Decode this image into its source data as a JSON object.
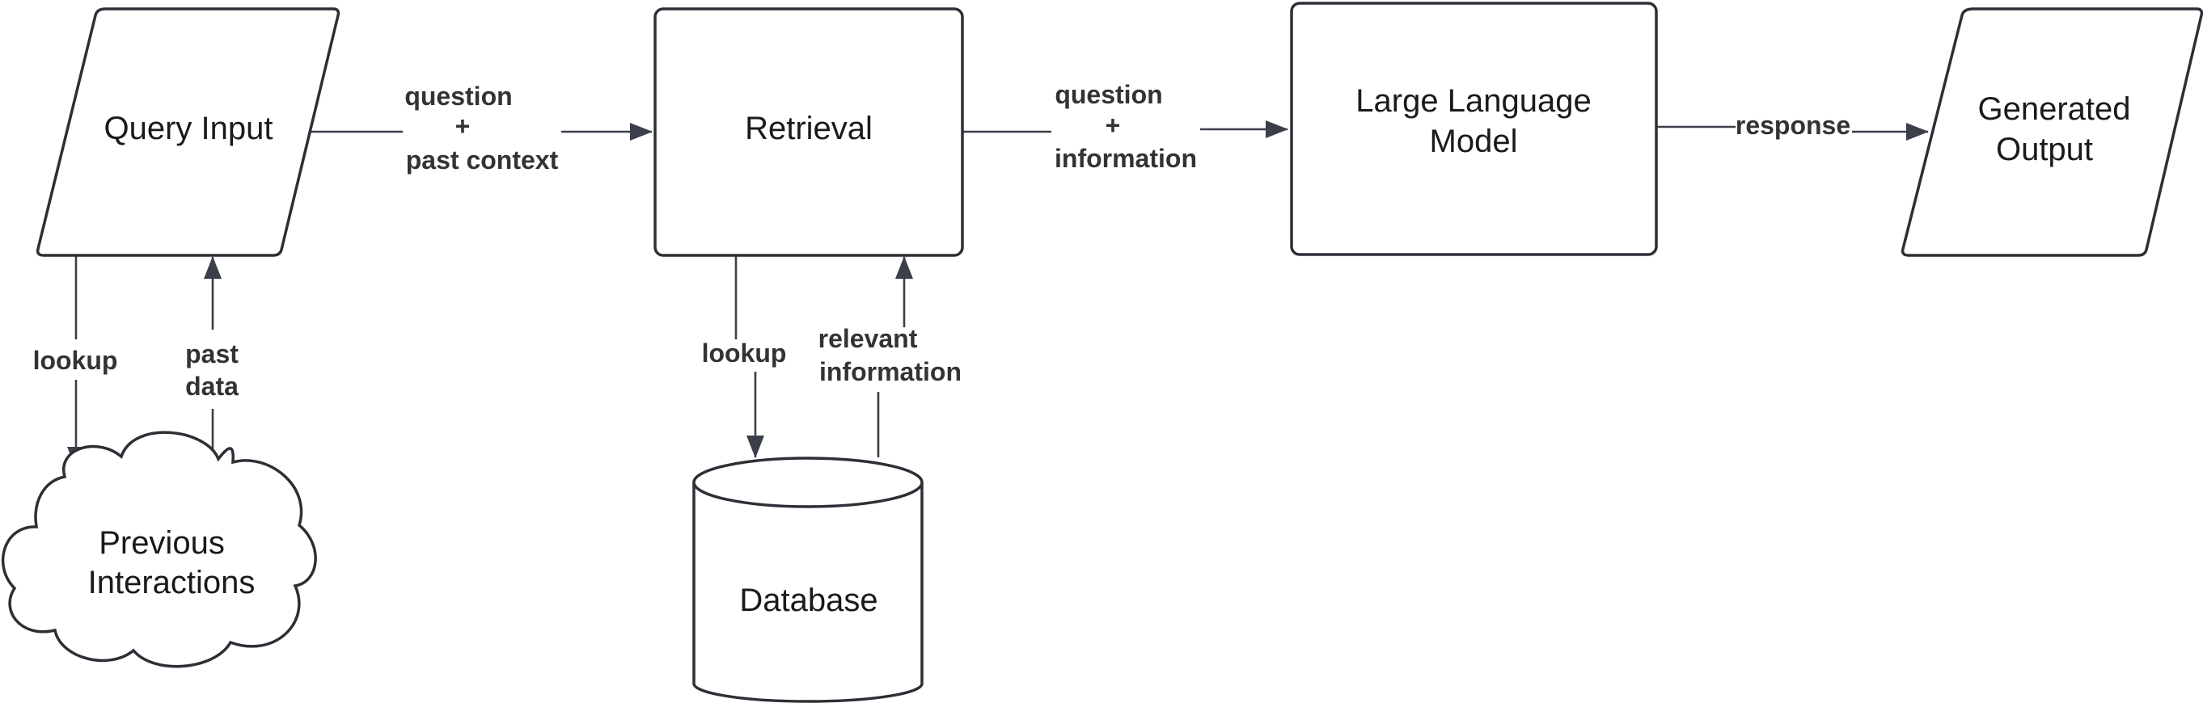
{
  "nodes": {
    "query_input": {
      "label": "Query Input",
      "shape": "parallelogram"
    },
    "retrieval": {
      "label": "Retrieval",
      "shape": "rectangle"
    },
    "llm": {
      "line1": "Large Language",
      "line2": "Model",
      "shape": "rectangle"
    },
    "generated_output": {
      "line1": "Generated",
      "line2": "Output",
      "shape": "parallelogram"
    },
    "previous_interactions": {
      "line1": "Previous",
      "line2": "Interactions",
      "shape": "cloud"
    },
    "database": {
      "label": "Database",
      "shape": "cylinder"
    }
  },
  "edges": {
    "query_to_retrieval": {
      "line1": "question",
      "line2": "+",
      "line3": "past context"
    },
    "retrieval_to_llm": {
      "line1": "question",
      "line2": "+",
      "line3": "information"
    },
    "llm_to_output": {
      "label": "response"
    },
    "query_lookup": {
      "label": "lookup"
    },
    "past_data": {
      "line1": "past",
      "line2": "data"
    },
    "retrieval_lookup": {
      "label": "lookup"
    },
    "relevant_information": {
      "line1": "relevant",
      "line2": "information"
    }
  },
  "colors": {
    "stroke": "#2e2e36",
    "edge": "#3a3f4a",
    "background": "#ffffff"
  }
}
